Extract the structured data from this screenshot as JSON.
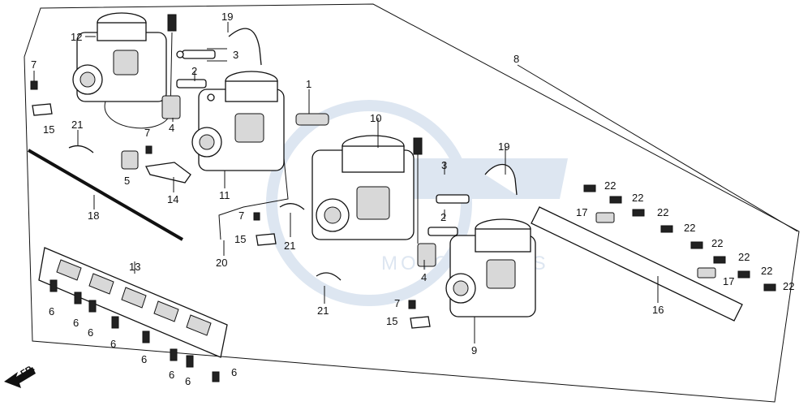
{
  "diagram": {
    "labels": {
      "p1": "1",
      "p2a": "2",
      "p2b": "2",
      "p3a": "3",
      "p3b": "3",
      "p4a": "4",
      "p4b": "4",
      "p5": "5",
      "p6a": "6",
      "p6b": "6",
      "p6c": "6",
      "p6d": "6",
      "p6e": "6",
      "p6f": "6",
      "p6g": "6",
      "p6h": "6",
      "p7a": "7",
      "p7b": "7",
      "p7c": "7",
      "p7d": "7",
      "p8": "8",
      "p9": "9",
      "p10": "10",
      "p11": "11",
      "p12": "12",
      "p13": "13",
      "p14": "14",
      "p15a": "15",
      "p15b": "15",
      "p15c": "15",
      "p16": "16",
      "p17a": "17",
      "p17b": "17",
      "p18": "18",
      "p19a": "19",
      "p19b": "19",
      "p20": "20",
      "p21a": "21",
      "p21b": "21",
      "p21c": "21",
      "p22a": "22",
      "p22b": "22",
      "p22c": "22",
      "p22d": "22",
      "p22e": "22",
      "p22f": "22",
      "p22g": "22",
      "p22h": "22"
    },
    "front_label": "FR.",
    "watermark": {
      "text": "MOTORPARTS",
      "color": "#9fb8d8"
    }
  }
}
